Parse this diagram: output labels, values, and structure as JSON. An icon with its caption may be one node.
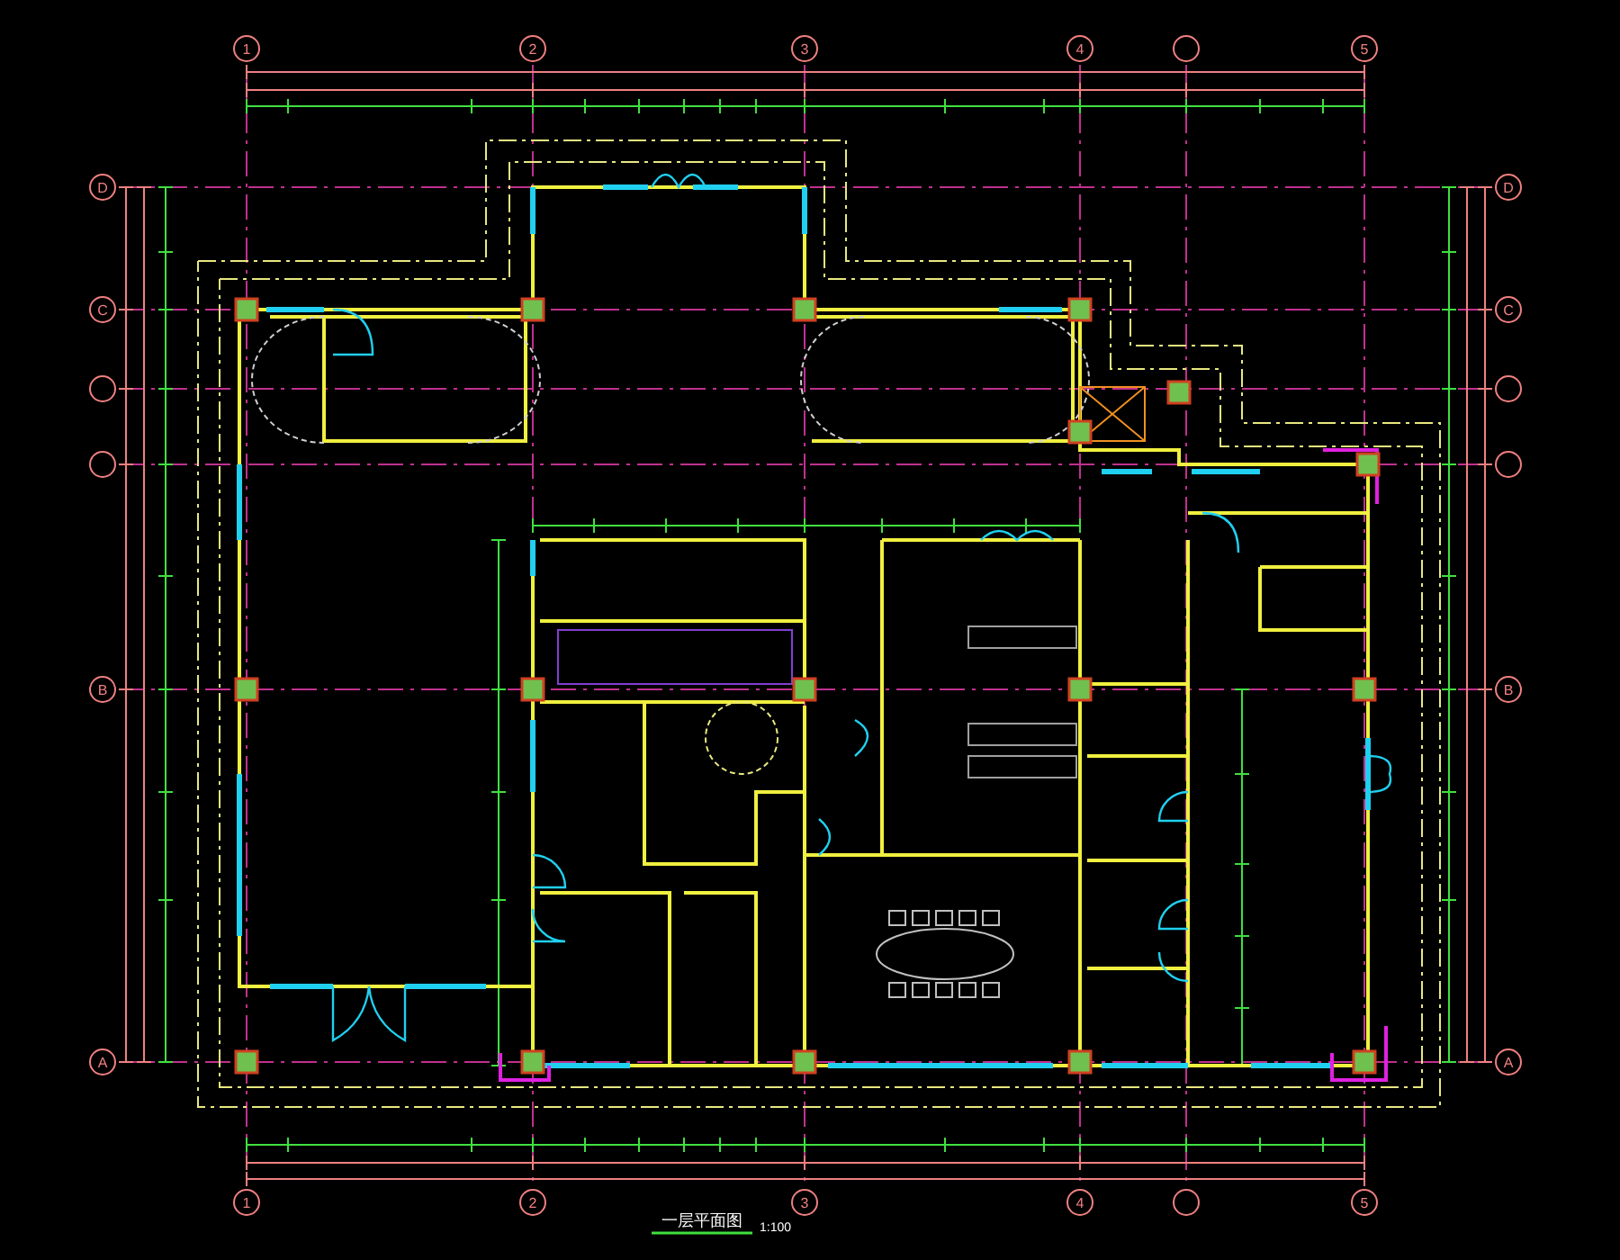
{
  "diagram": {
    "title": "一层平面图",
    "labels": [
      "1",
      "2",
      "3",
      "4",
      "5",
      "D",
      "D",
      "C",
      "C",
      "B",
      "B",
      "A",
      "A",
      "1",
      "2",
      "3",
      "4",
      "5",
      "1:100"
    ]
  }
}
